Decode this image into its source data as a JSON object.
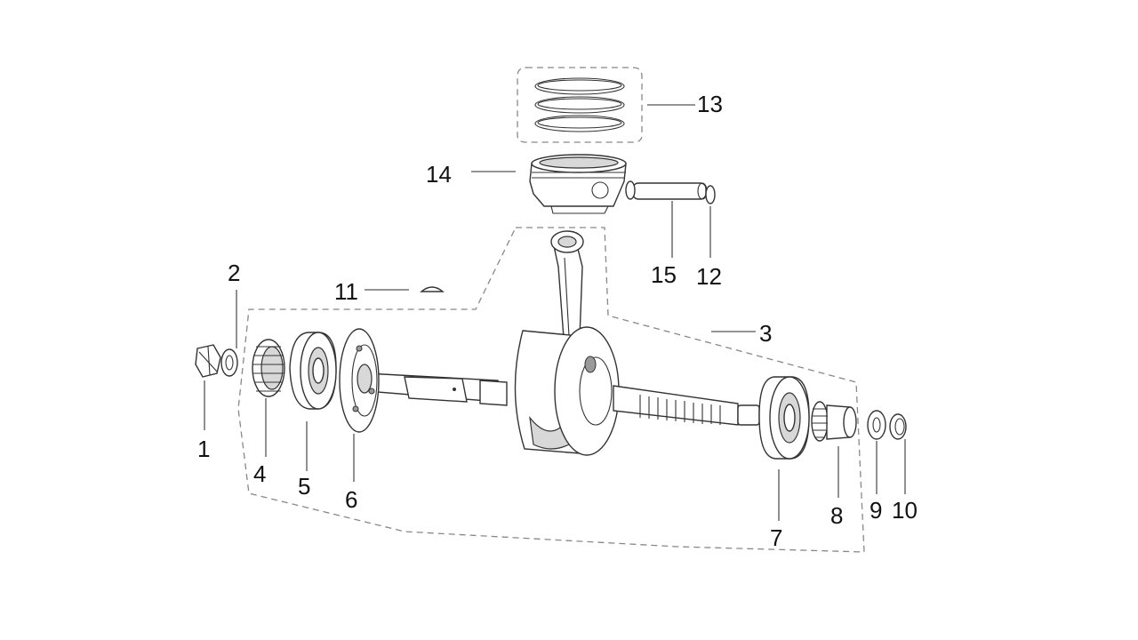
{
  "callouts": {
    "c1": "1",
    "c2": "2",
    "c3": "3",
    "c4": "4",
    "c5": "5",
    "c6": "6",
    "c7": "7",
    "c8": "8",
    "c9": "9",
    "c10": "10",
    "c11": "11",
    "c12": "12",
    "c13": "13",
    "c14": "14",
    "c15": "15"
  },
  "colors": {
    "line": "#333333",
    "dashed_outline": "#888888",
    "background": "#ffffff"
  }
}
